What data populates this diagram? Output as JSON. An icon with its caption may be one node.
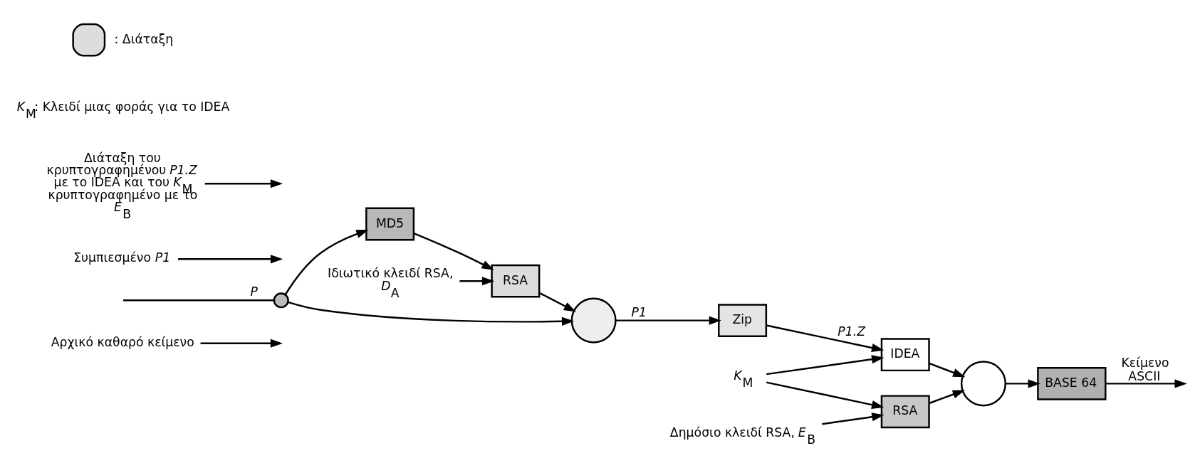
{
  "diagram": {
    "nodes": [
      {
        "text": [
          "Αρχικό καθαρό κείμενο"
        ]
      },
      {
        "text": [],
        "shape": "circle"
      },
      {
        "text": [
          "MD5"
        ]
      },
      {
        "text": [
          "Ιδιωτικό κλειδί RSA, *D*$_{A}$"
        ]
      },
      {
        "text": [
          "RSA"
        ]
      },
      {
        "text": [],
        "shape": "circle"
      },
      {
        "text": [
          "Zip"
        ]
      },
      {
        "text": [
          "Συμπιεσμένο *P1*"
        ]
      },
      {
        "text": [
          "*K*$_{M}$"
        ]
      },
      {
        "text": [
          "IDEA"
        ]
      },
      {
        "text": [
          "Δημόσιο κλειδί RSA, *E*$_{B}$"
        ]
      },
      {
        "text": [
          "RSA"
        ]
      },
      {
        "text": [],
        "shape": "circle"
      },
      {
        "text": [
          "Διάταξη του κρυπτογραφημένου *P1.Z* με το IDEA και του *K*$_{M}$ κρυπτογραφημένο με το *E*$_{B}$"
        ]
      },
      {
        "text": [
          "BASE 64"
        ]
      }
    ],
    "edges": [
      {
        "from": null,
        "to": 1,
        "arrow": "none",
        "label": "*P*"
      },
      {
        "from": 0,
        "to": null,
        "arrow": "to"
      },
      {
        "from": 1,
        "to": 2,
        "arrow": "to"
      },
      {
        "from": 2,
        "to": 4,
        "arrow": "to"
      },
      {
        "from": 3,
        "to": 4,
        "arrow": "to"
      },
      {
        "from": 4,
        "to": 5,
        "arrow": "to"
      },
      {
        "from": 1,
        "to": 5,
        "arrow": "to"
      },
      {
        "from": 5,
        "to": 6,
        "arrow": "to",
        "label": "*P1*"
      },
      {
        "from": 6,
        "to": 9,
        "arrow": "to",
        "label": "*P1.Z*"
      },
      {
        "from": 7,
        "to": null,
        "arrow": "to"
      },
      {
        "from": 8,
        "to": 9,
        "arrow": "to"
      },
      {
        "from": 8,
        "to": 11,
        "arrow": "to"
      },
      {
        "from": 10,
        "to": 11,
        "arrow": "to"
      },
      {
        "from": 9,
        "to": 12,
        "arrow": "to"
      },
      {
        "from": 11,
        "to": 12,
        "arrow": "to"
      },
      {
        "from": 12,
        "to": 14,
        "arrow": "to"
      },
      {
        "from": 13,
        "to": null,
        "arrow": "to"
      },
      {
        "from": 14,
        "to": null,
        "arrow": "to",
        "label": "Κείμενο ASCII"
      }
    ],
    "labels": [
      "*K*$_{M}$: Κλειδί μιας φοράς για το IDEA"
    ],
    "legend": [
      {
        "text": ": Διάταξη"
      }
    ]
  }
}
